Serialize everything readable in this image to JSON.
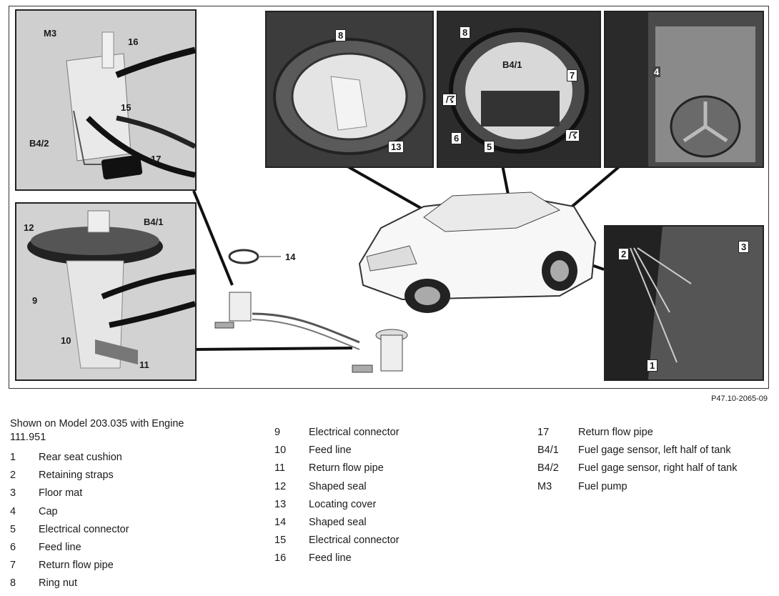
{
  "figure": {
    "reference": "P47.10-2065-09",
    "callouts": {
      "pump": [
        "M3",
        "16",
        "15",
        "B4/2",
        "17"
      ],
      "sensor_left": [
        "12",
        "B4/1",
        "9",
        "10",
        "11"
      ],
      "seal": "14",
      "ring": [
        "8",
        "13"
      ],
      "connector": [
        "8",
        "B4/1",
        "7",
        "6",
        "5"
      ],
      "cap": "4",
      "floor": [
        "2",
        "3",
        "1"
      ]
    }
  },
  "legend": {
    "intro": "Shown on Model 203.035 with Engine 111.951",
    "columns": [
      [
        {
          "key": "1",
          "value": "Rear seat cushion"
        },
        {
          "key": "2",
          "value": "Retaining straps"
        },
        {
          "key": "3",
          "value": "Floor mat"
        },
        {
          "key": "4",
          "value": "Cap"
        },
        {
          "key": "5",
          "value": "Electrical connector"
        },
        {
          "key": "6",
          "value": "Feed line"
        },
        {
          "key": "7",
          "value": "Return flow pipe"
        },
        {
          "key": "8",
          "value": "Ring nut"
        }
      ],
      [
        {
          "key": "9",
          "value": "Electrical connector"
        },
        {
          "key": "10",
          "value": "Feed line"
        },
        {
          "key": "11",
          "value": "Return flow pipe"
        },
        {
          "key": "12",
          "value": "Shaped seal"
        },
        {
          "key": "13",
          "value": "Locating cover"
        },
        {
          "key": "14",
          "value": "Shaped seal"
        },
        {
          "key": "15",
          "value": "Electrical connector"
        },
        {
          "key": "16",
          "value": "Feed line"
        }
      ],
      [
        {
          "key": "17",
          "value": "Return flow pipe"
        },
        {
          "key": "B4/1",
          "value": "Fuel gage sensor, left half of tank"
        },
        {
          "key": "B4/2",
          "value": "Fuel gage sensor, right half of tank"
        },
        {
          "key": "M3",
          "value": "Fuel pump"
        }
      ]
    ]
  }
}
